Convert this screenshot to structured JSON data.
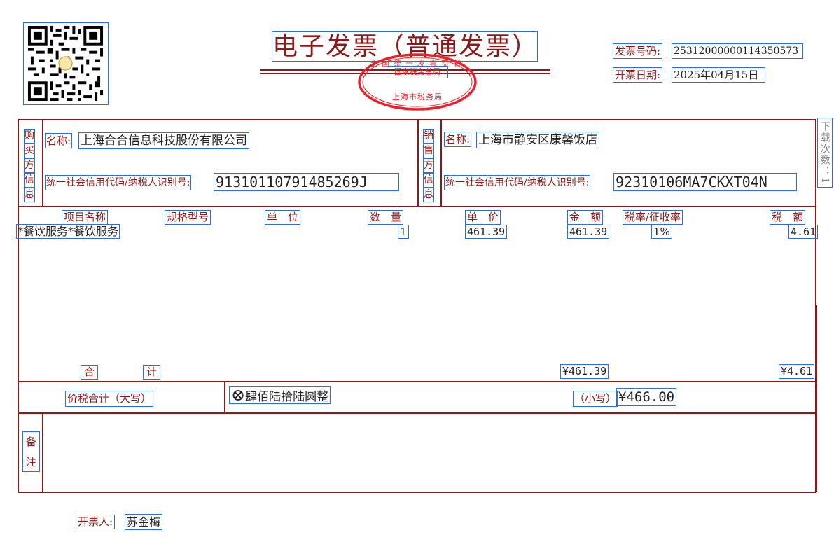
{
  "invoice": {
    "title": "电子发票（普通发票）",
    "number_label": "发票号码:",
    "number_value": "25312000000114350573",
    "date_label": "开票日期:",
    "date_value": "2025年04月15日",
    "download_count": "下载次数：1"
  },
  "stamp": {
    "top_text": "全国统一发票监制",
    "middle_text": "国家税务总局",
    "bottom_text": "上海市税务局",
    "color": "#e8222a"
  },
  "buyer": {
    "section_label": [
      "购",
      "买",
      "方",
      "信",
      "息"
    ],
    "name_label": "名称:",
    "name_value": "上海合合信息科技股份有限公司",
    "taxid_label": "统一社会信用代码/纳税人识别号:",
    "taxid_value": "91310110791485269J"
  },
  "seller": {
    "section_label": [
      "销",
      "售",
      "方",
      "信",
      "息"
    ],
    "name_label": "名称:",
    "name_value": "上海市静安区康馨饭店",
    "taxid_label": "统一社会信用代码/纳税人识别号:",
    "taxid_value": "92310106MA7CKXT04N"
  },
  "items": {
    "headers": {
      "name": "项目名称",
      "spec": "规格型号",
      "unit": "单　位",
      "qty": "数　量",
      "price": "单　价",
      "amount": "金　额",
      "rate": "税率/征收率",
      "tax": "税　额"
    },
    "rows": [
      {
        "name": "*餐饮服务*餐饮服务",
        "qty": "1",
        "price": "461.39",
        "amount": "461.39",
        "rate": "1%",
        "tax": "4.61"
      }
    ],
    "total_label_1": "合",
    "total_label_2": "计",
    "total_amount": "¥461.39",
    "total_tax": "¥4.61"
  },
  "grand_total": {
    "label": "价税合计（大写）",
    "words_icon": "⊗",
    "words": "肆佰陆拾陆圆整",
    "small_label": "（小写）",
    "small_value": "¥466.00"
  },
  "remarks": {
    "label_1": "备",
    "label_2": "注"
  },
  "issuer": {
    "label": "开票人:",
    "name": "苏金梅"
  },
  "colors": {
    "frame": "#8b1a1a",
    "box": "#2a6fdb"
  }
}
